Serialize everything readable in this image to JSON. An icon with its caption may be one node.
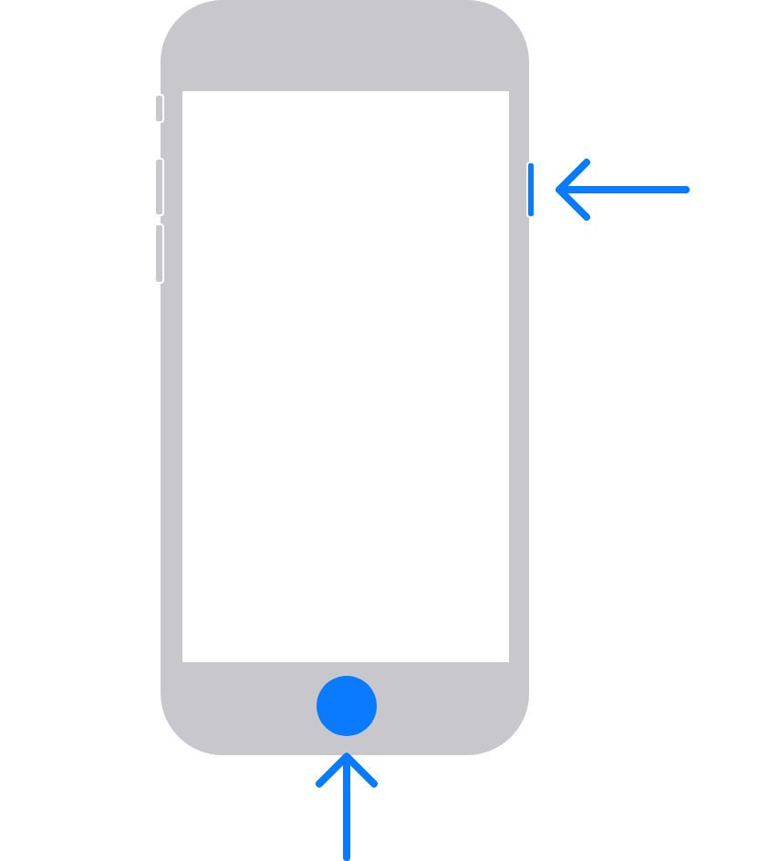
{
  "diagram": {
    "nodes": [
      {
        "text": [],
        "shape": "bar"
      },
      {
        "text": [],
        "shape": "circle"
      }
    ],
    "edges": [
      {
        "from": null,
        "to": 0,
        "arrow": "to"
      },
      {
        "from": null,
        "to": 1,
        "arrow": "to"
      }
    ]
  }
}
